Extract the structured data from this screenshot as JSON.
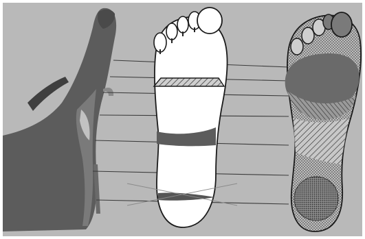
{
  "figure": {
    "kind": "foot pressure / plantar zone illustration",
    "panels": [
      "side-view-foot",
      "plantar-outline-with-cross-sections",
      "plantar-pressure-map"
    ],
    "colors": {
      "background": "#b9b9b9",
      "border": "#ffffff",
      "foot_dark": "#5c5c5c",
      "foot_mid": "#7a7a7a",
      "outline": "#1a1a1a",
      "foot_light": "#cfcfcf",
      "line": "#3a3a3a",
      "hatch": "#555555"
    }
  }
}
